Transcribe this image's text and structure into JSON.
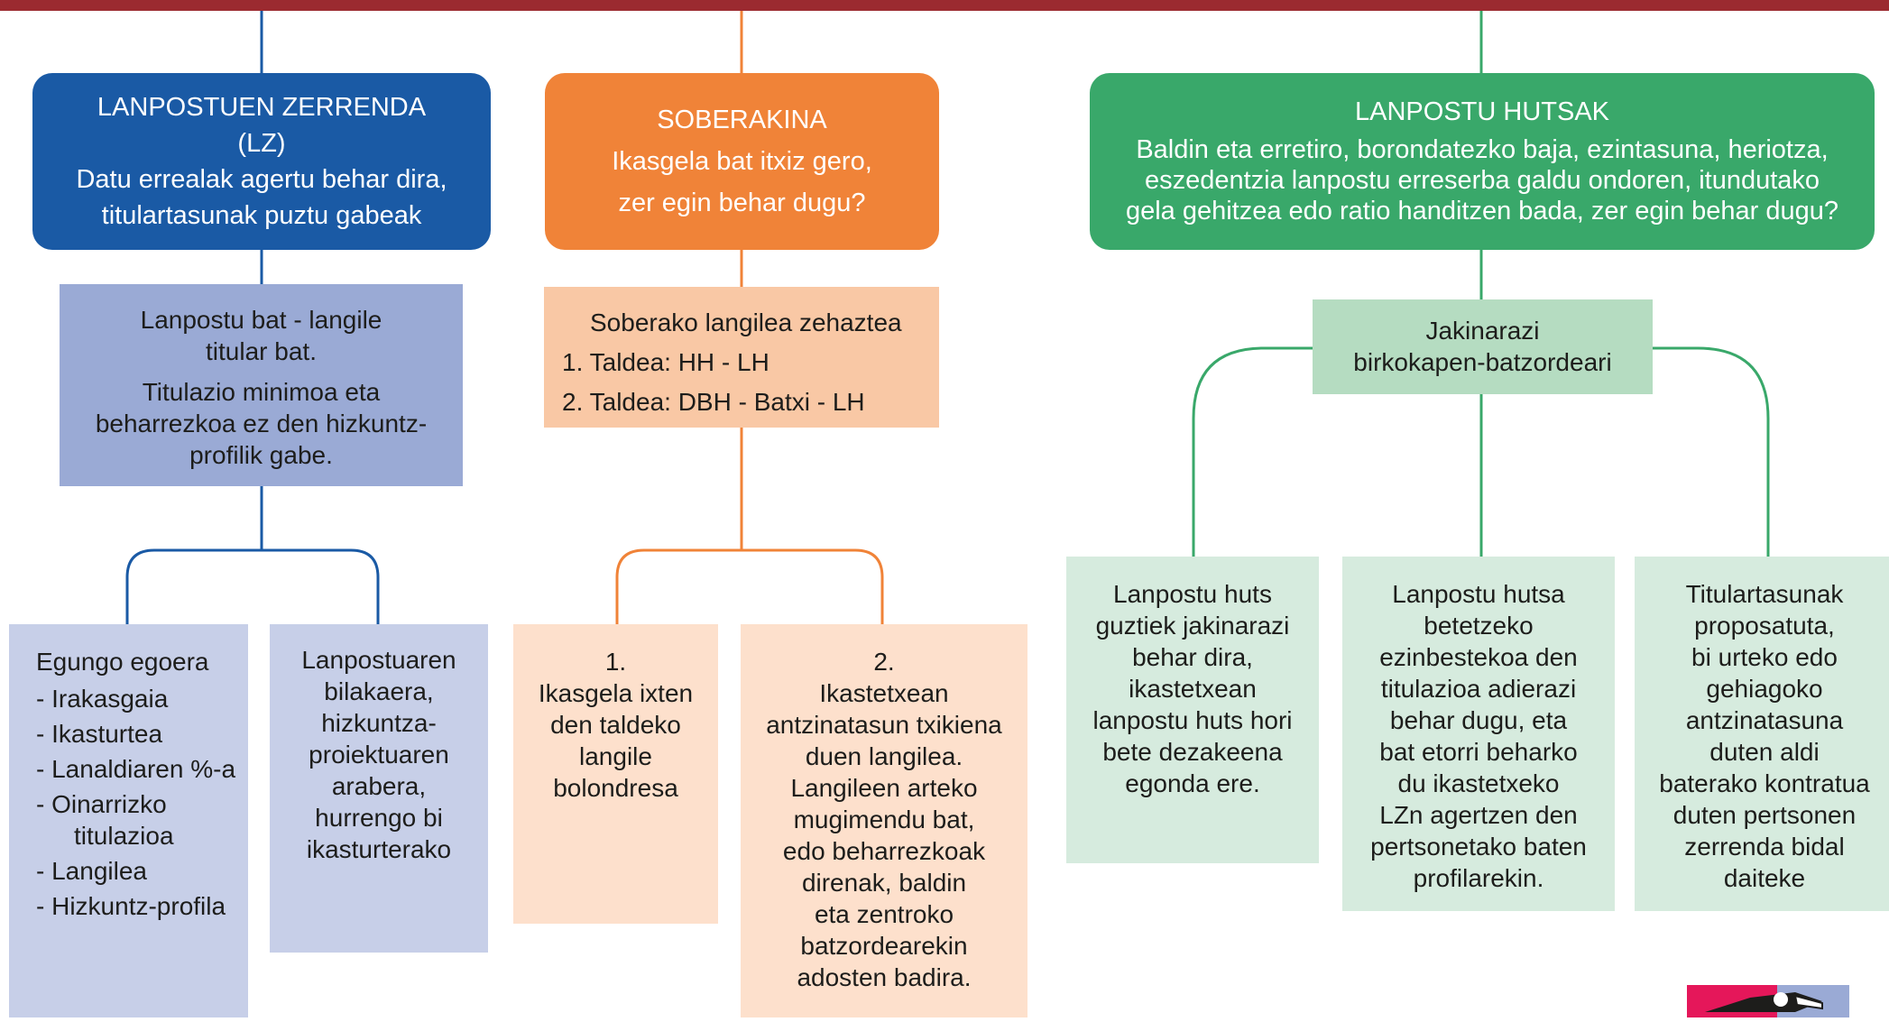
{
  "colors": {
    "topbar": "#9b2a30",
    "blue_head": "#1a5aa5",
    "blue_box": "#9aaad5",
    "blue_light": "#c7cfe8",
    "orange_head": "#f08338",
    "orange_box": "#f9c8a5",
    "orange_light": "#fde0cc",
    "green_head": "#39a86a",
    "green_box": "#b5dcc1",
    "green_light": "#d6ebde"
  },
  "lz": {
    "title_1": "LANPOSTUEN ZERRENDA",
    "title_2": "(LZ)",
    "subtitle_1": "Datu errealak agertu behar dira,",
    "subtitle_2": "titulartasunak puztu gabeak",
    "box_line_1": "Lanpostu bat - langile",
    "box_line_2": "titular bat.",
    "box_line_3": "Titulazio minimoa eta",
    "box_line_4": "beharrezkoa ez den hizkuntz-",
    "box_line_5": "profilik gabe.",
    "current_title": "Egungo egoera",
    "current_items": [
      "- Irakasgaia",
      "- Ikasturtea",
      "- Lanaldiaren %-a",
      "- Oinarrizko titulazioa",
      "- Langilea",
      "- Hizkuntz-profila"
    ],
    "evolution_1": "Lanpostuaren",
    "evolution_2": "bilakaera,",
    "evolution_3": "hizkuntza-",
    "evolution_4": "proiektuaren",
    "evolution_5": "arabera,",
    "evolution_6": "hurrengo bi",
    "evolution_7": "ikasturterako"
  },
  "soberakina": {
    "title": "SOBERAKINA",
    "subtitle_1": "Ikasgela bat itxiz gero,",
    "subtitle_2": "zer egin behar dugu?",
    "box_line_1": "Soberako langilea zehaztea",
    "box_line_2": "1. Taldea: HH - LH",
    "box_line_3": "2. Taldea: DBH - Batxi - LH",
    "opt1_lines": [
      "1.",
      "Ikasgela ixten",
      "den taldeko",
      "langile",
      "bolondresa"
    ],
    "opt2_lines": [
      "2.",
      "Ikastetxean",
      "antzinatasun txikiena",
      "duen langilea.",
      "Langileen arteko",
      "mugimendu bat,",
      "edo beharrezkoak",
      "direnak, baldin",
      "eta zentroko",
      "batzordearekin",
      "adosten badira."
    ]
  },
  "hutsak": {
    "title": "LANPOSTU HUTSAK",
    "subtitle_1": "Baldin eta erretiro, borondatezko baja, ezintasuna, heriotza,",
    "subtitle_2": "eszedentzia lanpostu erreserba galdu ondoren, itundutako",
    "subtitle_3": "gela gehitzea edo ratio handitzen bada, zer egin behar dugu?",
    "notify_1": "Jakinarazi",
    "notify_2": "birkokapen-batzordeari",
    "box1_lines": [
      "Lanpostu huts",
      "guztiek jakinarazi",
      "behar dira,",
      "ikastetxean",
      "lanpostu huts hori",
      "bete dezakeena",
      "egonda ere."
    ],
    "box2_lines": [
      "Lanpostu hutsa",
      "betetzeko",
      "ezinbestekoa den",
      "titulazioa adierazi",
      "behar dugu, eta",
      "bat etorri beharko",
      "du ikastetxeko",
      "LZn agertzen den",
      "pertsonetako baten",
      "profilarekin."
    ],
    "box3_lines": [
      "Titulartasunak",
      "proposatuta,",
      "bi urteko edo",
      "gehiagoko",
      "antzinatasuna",
      "duten aldi",
      "baterako kontratua",
      "duten pertsonen",
      "zerrenda bidal",
      "daiteke"
    ]
  }
}
